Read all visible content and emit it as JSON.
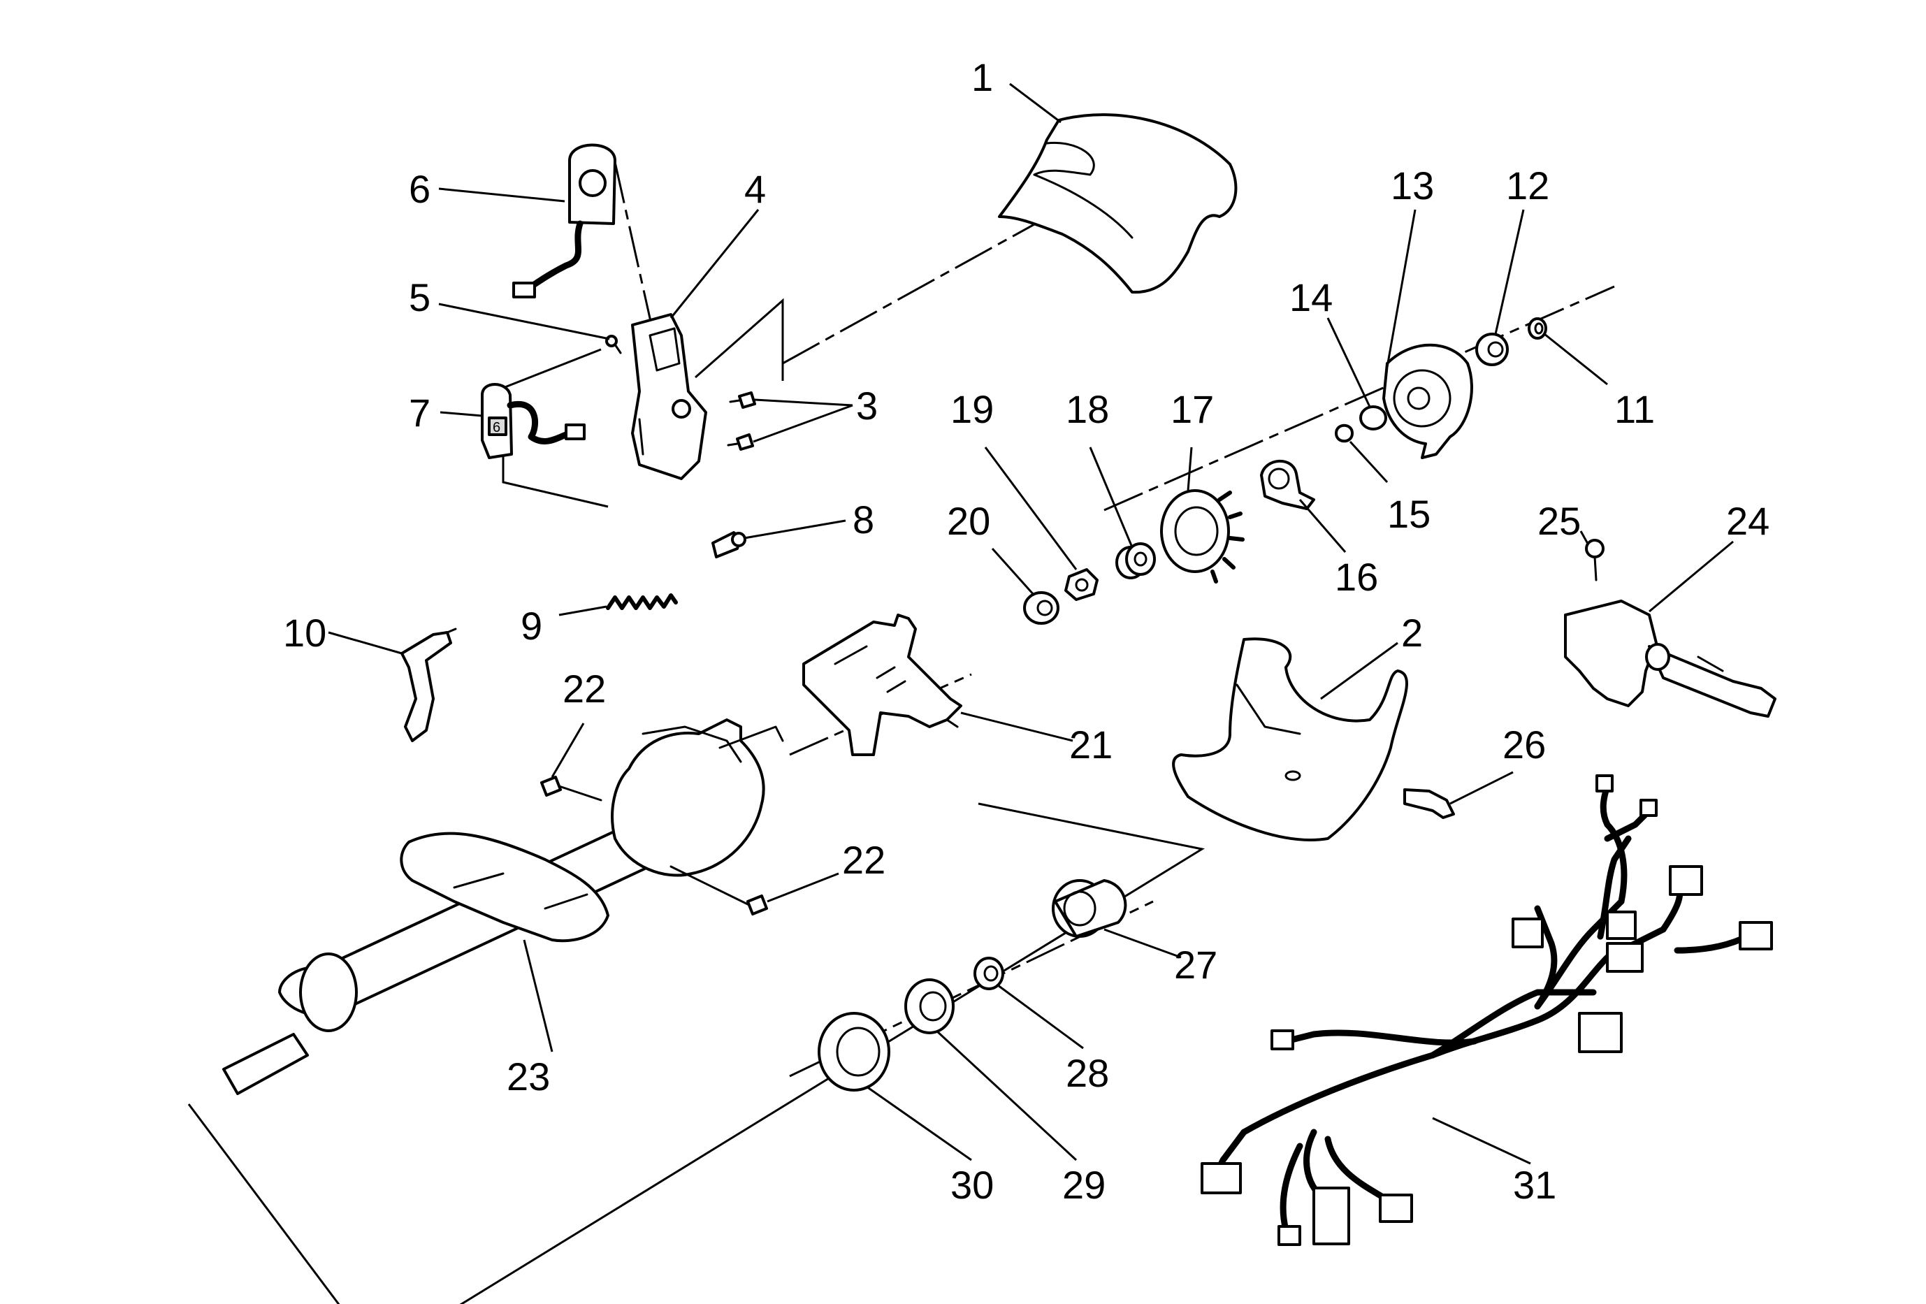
{
  "diagram": {
    "callouts": [
      {
        "id": "c1",
        "text": "1"
      },
      {
        "id": "c2",
        "text": "2"
      },
      {
        "id": "c3",
        "text": "3"
      },
      {
        "id": "c4",
        "text": "4"
      },
      {
        "id": "c5",
        "text": "5"
      },
      {
        "id": "c6",
        "text": "6"
      },
      {
        "id": "c7",
        "text": "7"
      },
      {
        "id": "c8",
        "text": "8"
      },
      {
        "id": "c9",
        "text": "9"
      },
      {
        "id": "c10",
        "text": "10"
      },
      {
        "id": "c11",
        "text": "11"
      },
      {
        "id": "c12",
        "text": "12"
      },
      {
        "id": "c13",
        "text": "13"
      },
      {
        "id": "c14",
        "text": "14"
      },
      {
        "id": "c15",
        "text": "15"
      },
      {
        "id": "c16",
        "text": "16"
      },
      {
        "id": "c17",
        "text": "17"
      },
      {
        "id": "c18",
        "text": "18"
      },
      {
        "id": "c19",
        "text": "19"
      },
      {
        "id": "c20",
        "text": "20"
      },
      {
        "id": "c21",
        "text": "21"
      },
      {
        "id": "c22a",
        "text": "22"
      },
      {
        "id": "c22b",
        "text": "22"
      },
      {
        "id": "c23",
        "text": "23"
      },
      {
        "id": "c24",
        "text": "24"
      },
      {
        "id": "c25",
        "text": "25"
      },
      {
        "id": "c26",
        "text": "26"
      },
      {
        "id": "c27",
        "text": "27"
      },
      {
        "id": "c28",
        "text": "28"
      },
      {
        "id": "c29",
        "text": "29"
      },
      {
        "id": "c30",
        "text": "30"
      },
      {
        "id": "c31",
        "text": "31"
      }
    ],
    "icon_labels": {
      "sensor_7_mark": "6"
    }
  }
}
